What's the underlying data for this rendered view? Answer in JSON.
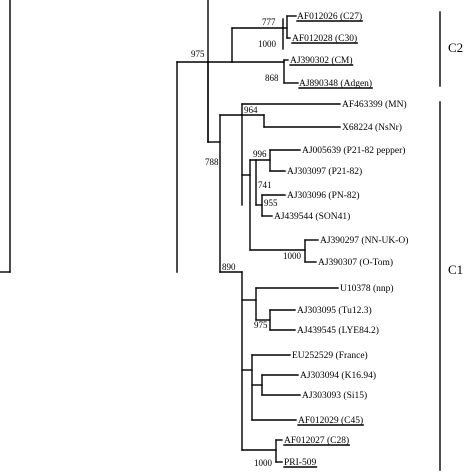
{
  "tree": {
    "clades": [
      {
        "id": "c2",
        "label": "C2"
      },
      {
        "id": "c1",
        "label": "C1"
      }
    ],
    "leaves": [
      {
        "id": "af012026",
        "label": "AF012026 (C27)",
        "underline": true
      },
      {
        "id": "af012028",
        "label": "AF012028 (C30)",
        "underline": true
      },
      {
        "id": "aj390302",
        "label": "AJ390302 (CM)",
        "underline": true
      },
      {
        "id": "aj890348",
        "label": "AJ890348 (Adgen)",
        "underline": true
      },
      {
        "id": "af463399",
        "label": "AF463399 (MN)",
        "underline": false
      },
      {
        "id": "x68224",
        "label": "X68224 (NsNr)",
        "underline": false
      },
      {
        "id": "aj005639",
        "label": "AJ005639 (P21-82  pepper)",
        "underline": false
      },
      {
        "id": "aj303097",
        "label": "AJ303097 (P21-82)",
        "underline": false
      },
      {
        "id": "aj303096",
        "label": "AJ303096 (PN-82)",
        "underline": false
      },
      {
        "id": "aj439544",
        "label": "AJ439544 (SON41)",
        "underline": false
      },
      {
        "id": "aj390297",
        "label": "AJ390297 (NN-UK-O)",
        "underline": false
      },
      {
        "id": "aj390307",
        "label": "AJ390307 (O-Tom)",
        "underline": false
      },
      {
        "id": "u10378",
        "label": "U10378 (nnp)",
        "underline": false
      },
      {
        "id": "aj303095",
        "label": "AJ303095 (Tu12.3)",
        "underline": false
      },
      {
        "id": "aj439545",
        "label": "AJ439545 (LYE84.2)",
        "underline": false
      },
      {
        "id": "eu252529",
        "label": "EU252529 (France)",
        "underline": false
      },
      {
        "id": "aj303094",
        "label": "AJ303094 (K16.94)",
        "underline": false
      },
      {
        "id": "aj303093",
        "label": "AJ303093 (Si15)",
        "underline": false
      },
      {
        "id": "af012029",
        "label": "AF012029 (C45)",
        "underline": true
      },
      {
        "id": "af012027",
        "label": "AF012027 (C28)",
        "underline": true
      },
      {
        "id": "pri509",
        "label": "PRI-509",
        "underline": true
      }
    ],
    "bootstrap": [
      {
        "id": "b777",
        "value": "777"
      },
      {
        "id": "b1000a",
        "value": "1000"
      },
      {
        "id": "b868",
        "value": "868"
      },
      {
        "id": "b975a",
        "value": "975"
      },
      {
        "id": "b964",
        "value": "964"
      },
      {
        "id": "b788",
        "value": "788"
      },
      {
        "id": "b996",
        "value": "996"
      },
      {
        "id": "b741",
        "value": "741"
      },
      {
        "id": "b955",
        "value": "955"
      },
      {
        "id": "b890",
        "value": "890"
      },
      {
        "id": "b1000b",
        "value": "1000"
      },
      {
        "id": "b975b",
        "value": "975"
      },
      {
        "id": "b1000c",
        "value": "1000"
      }
    ]
  }
}
